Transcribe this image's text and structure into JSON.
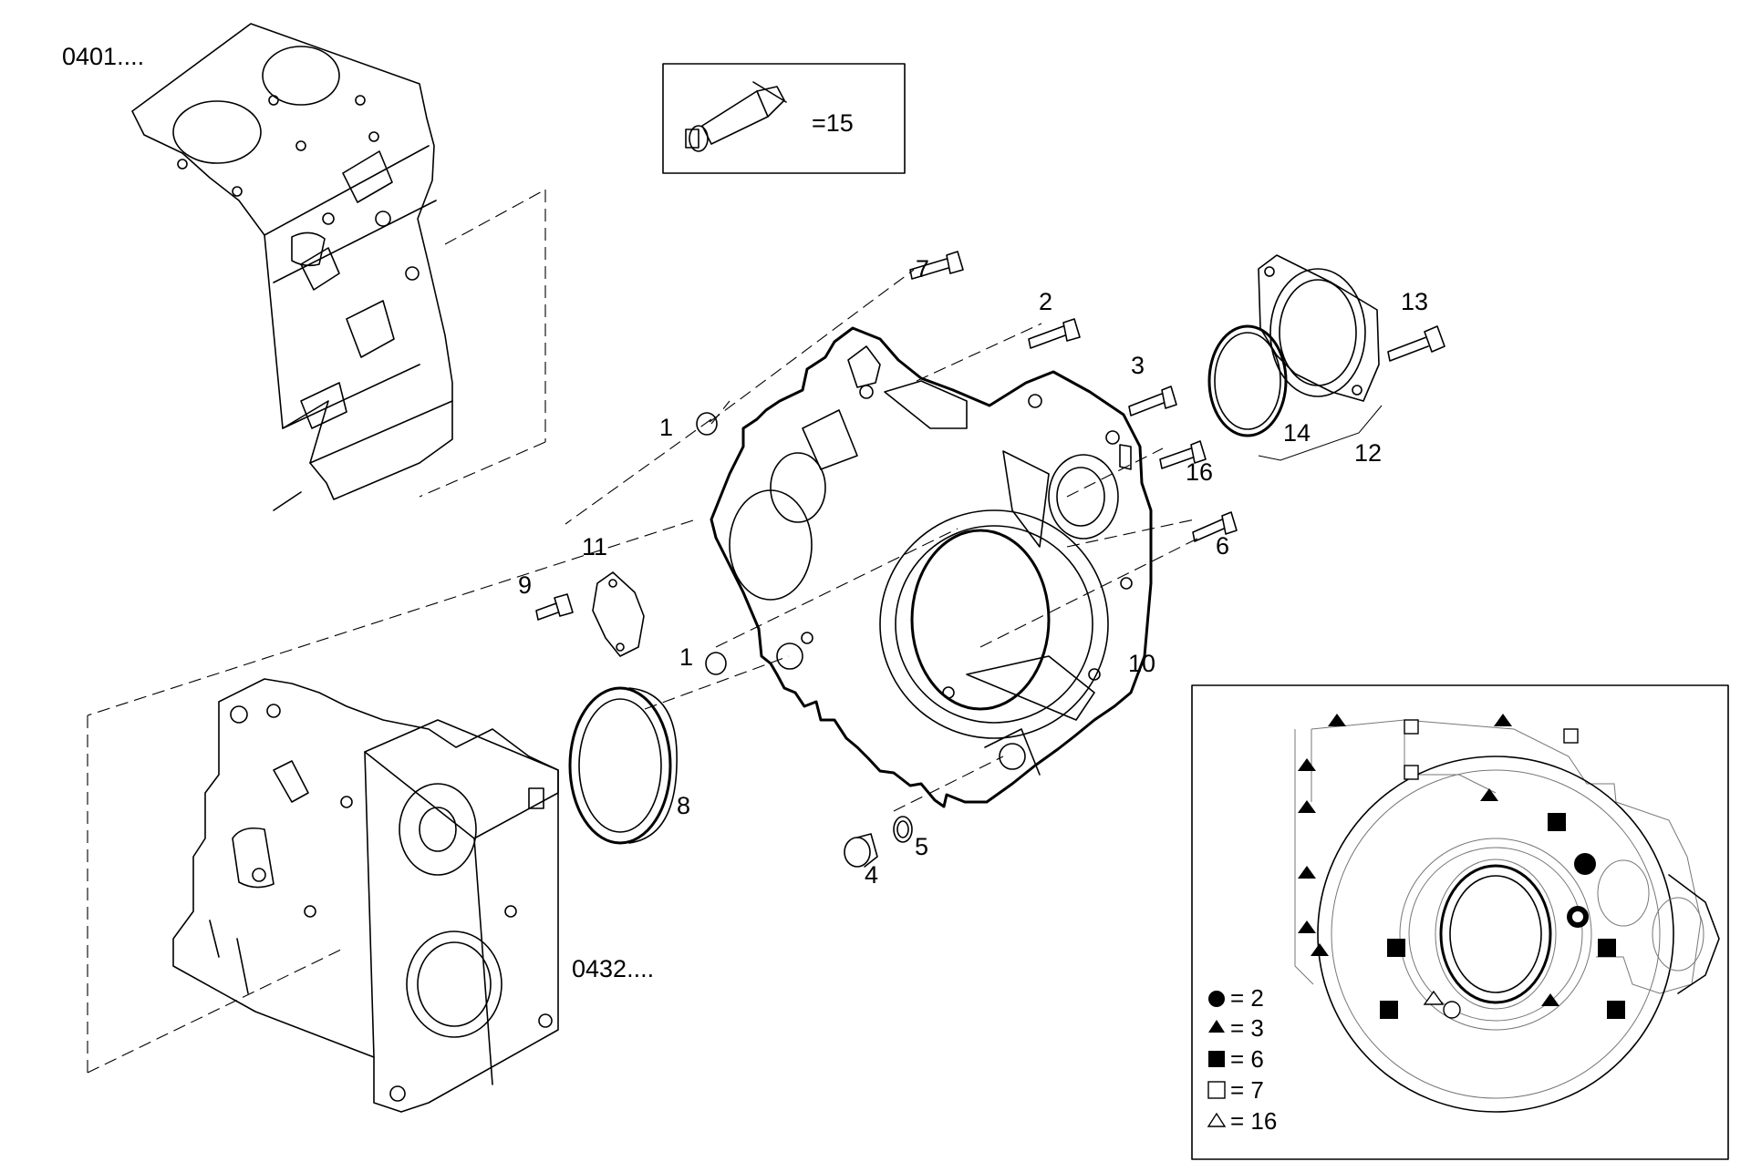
{
  "references": {
    "engine_block": "0401....",
    "timing_cover": "0432...."
  },
  "sealant": {
    "label": "=15"
  },
  "callouts": {
    "c1a": "1",
    "c1b": "1",
    "c2": "2",
    "c3": "3",
    "c4": "4",
    "c5": "5",
    "c6": "6",
    "c7": "7",
    "c8": "8",
    "c9": "9",
    "c10": "10",
    "c11": "11",
    "c12": "12",
    "c13": "13",
    "c14": "14",
    "c16": "16"
  },
  "legend": [
    {
      "symbol": "filled-circle",
      "label": "= 2"
    },
    {
      "symbol": "filled-triangle",
      "label": "= 3"
    },
    {
      "symbol": "filled-square",
      "label": "= 6"
    },
    {
      "symbol": "hollow-square",
      "label": "= 7"
    },
    {
      "symbol": "hollow-triangle",
      "label": "= 16"
    }
  ]
}
